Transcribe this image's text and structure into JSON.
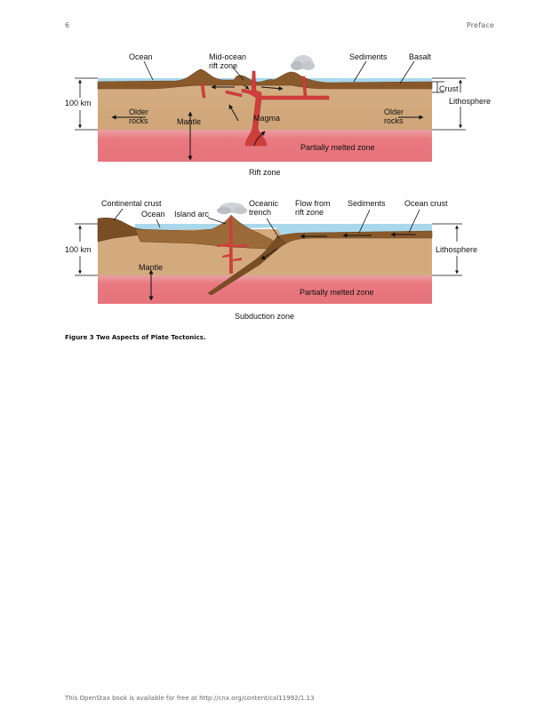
{
  "header": {
    "page_number": "6",
    "section": "Preface"
  },
  "rift": {
    "labels": {
      "ocean": "Ocean",
      "mid_ocean_1": "Mid-ocean",
      "mid_ocean_2": "rift zone",
      "sediments": "Sediments",
      "basalt": "Basalt",
      "crust": "Crust",
      "lithosphere": "Lithosphere",
      "depth": "100 km",
      "older_rocks_left_1": "Older",
      "older_rocks_left_2": "rocks",
      "older_rocks_right_1": "Older",
      "older_rocks_right_2": "rocks",
      "mantle": "Mantle",
      "magma": "Magma",
      "partially_melted": "Partially melted zone"
    },
    "caption": "Rift zone"
  },
  "subduction": {
    "labels": {
      "continental_crust": "Continental crust",
      "ocean": "Ocean",
      "island_arc": "Island arc",
      "oceanic_trench_1": "Oceanic",
      "oceanic_trench_2": "trench",
      "flow_1": "Flow from",
      "flow_2": "rift zone",
      "sediments": "Sediments",
      "ocean_crust": "Ocean crust",
      "depth": "100 km",
      "lithosphere": "Lithosphere",
      "mantle": "Mantle",
      "partially_melted": "Partially melted zone"
    },
    "caption": "Subduction zone"
  },
  "figure_caption": "Figure 3 Two Aspects of Plate Tectonics.",
  "footer": "This OpenStax book is available for free at http://cnx.org/content/col11992/1.13",
  "colors": {
    "water": "#9fd4ea",
    "crust": "#8a5a2b",
    "lithosphere": "#d2aa7d",
    "melted": "#e9787f",
    "magma": "#d2433f"
  }
}
